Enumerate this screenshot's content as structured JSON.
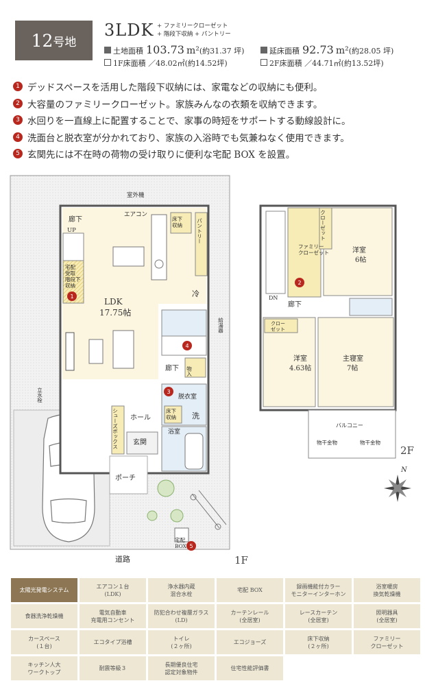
{
  "header": {
    "lot_number": "12",
    "lot_suffix": "号地",
    "layout_type": "3LDK",
    "layout_notes": [
      "+ ファミリークローゼット",
      "+ 階段下収納 + パントリー"
    ],
    "land_area_label": "土地面積",
    "land_area_value": "103.73",
    "land_area_unit": "m²",
    "land_area_tsubo": "(約31.37 坪)",
    "floor_area_label": "延床面積",
    "floor_area_value": "92.73",
    "floor_area_unit": "m²",
    "floor_area_tsubo": "(約28.05 坪)",
    "floor1_area": "1F床面積 ／48.02㎡(約14.52坪)",
    "floor2_area": "2F床面積 ／44.71㎡(約13.52坪)"
  },
  "points": [
    {
      "num": "1",
      "text": "デッドスペースを活用した階段下収納には、家電などの収納にも便利。"
    },
    {
      "num": "2",
      "text": "大容量のファミリークローゼット。家族みんなの衣類を収納できます。"
    },
    {
      "num": "3",
      "text": "水回りを一直線上に配置することで、家事の時短をサポートする動線設計に。"
    },
    {
      "num": "4",
      "text": "洗面台と脱衣室が分かれており、家族の入浴時でも気兼ねなく使用できます。"
    },
    {
      "num": "5",
      "text": "玄関先には不在時の荷物の受け取りに便利な宅配 BOX を設置。"
    }
  ],
  "floor1": {
    "outdoor_unit": "室外機",
    "aircon": "エアコン",
    "hallway": "廊下",
    "up": "UP",
    "storage_delivery": "宅配\n受取",
    "under_stair_storage": "階段下\n収納",
    "underfloor_storage": "床下\n収納",
    "pantry": "パントリー",
    "ldk": "LDK",
    "ldk_size": "17.75帖",
    "fridge": "冷",
    "hallway2": "廊下",
    "closet": "物入",
    "dressing": "脱衣室",
    "underfloor2": "床下\n収納",
    "wash": "洗",
    "hall": "ホール",
    "shoes_box": "シューズボックス",
    "entrance": "玄関",
    "bath": "浴室",
    "porch": "ポーチ",
    "standing_faucet": "立水栓",
    "drain": "給湯器",
    "delivery_box": "宅配\nBOX",
    "road": "道路",
    "floor_label": "1F"
  },
  "floor2": {
    "family_closet": "ファミリー\nクローゼット",
    "closet": "クローゼット",
    "room_western": "洋室",
    "room_western_size": "6帖",
    "dn": "DN",
    "hallway": "廊下",
    "closet2": "クロー\nゼット",
    "room_western2": "洋室",
    "room_western2_size": "4.63帖",
    "master_bedroom": "主寝室",
    "master_size": "7帖",
    "balcony": "バルコニー",
    "laundry1": "物干金物",
    "laundry2": "物干金物",
    "floor_label": "2F",
    "north": "N"
  },
  "features": [
    {
      "label": "太陽光発電システム",
      "highlight": true
    },
    {
      "label": "エアコン１台\n(LDK)",
      "highlight": false
    },
    {
      "label": "浄水器内蔵\n混合水栓",
      "highlight": false
    },
    {
      "label": "宅配 BOX",
      "highlight": false
    },
    {
      "label": "録画機能付カラー\nモニターインターホン",
      "highlight": false
    },
    {
      "label": "浴室暖房\n換気乾燥機",
      "highlight": false
    },
    {
      "label": "食器洗浄乾燥機",
      "highlight": false
    },
    {
      "label": "電気自動車\n充電用コンセント",
      "highlight": false
    },
    {
      "label": "防犯合わせ複層ガラス\n(LD)",
      "highlight": false
    },
    {
      "label": "カーテンレール\n(全居室)",
      "highlight": false
    },
    {
      "label": "レースカーテン\n(全居室)",
      "highlight": false
    },
    {
      "label": "照明器具\n(全居室)",
      "highlight": false
    },
    {
      "label": "カースペース\n(１台)",
      "highlight": false
    },
    {
      "label": "エコタイプ浴槽",
      "highlight": false
    },
    {
      "label": "トイレ\n(２ヶ所)",
      "highlight": false
    },
    {
      "label": "エコジョーズ",
      "highlight": false
    },
    {
      "label": "床下収納\n(２ヶ所)",
      "highlight": false
    },
    {
      "label": "ファミリー\nクローゼット",
      "highlight": false
    },
    {
      "label": "キッチン人大\nワークトップ",
      "highlight": false
    },
    {
      "label": "耐震等級３",
      "highlight": false
    },
    {
      "label": "長期優良住宅\n認定対象物件",
      "highlight": false
    },
    {
      "label": "住宅性能評価書",
      "highlight": false
    }
  ]
}
